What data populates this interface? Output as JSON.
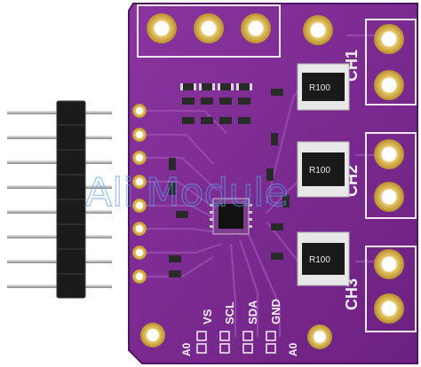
{
  "board": {
    "channel_labels": [
      "CH1",
      "CH2",
      "CH3"
    ],
    "resistor_labels": [
      "R100",
      "R100",
      "R100"
    ],
    "pin_labels_bottom": [
      "VS",
      "SCL",
      "SDA",
      "GND"
    ],
    "a0_labels": [
      "A0",
      "A0"
    ]
  },
  "watermark": {
    "text": "Ali Module"
  },
  "colors": {
    "pcb": "#7a2a8e",
    "pcb_dark": "#5e1e70",
    "gold": "#d9b24a",
    "header_black": "#1b1b1b",
    "pin_silver": "#c9c9c9"
  }
}
